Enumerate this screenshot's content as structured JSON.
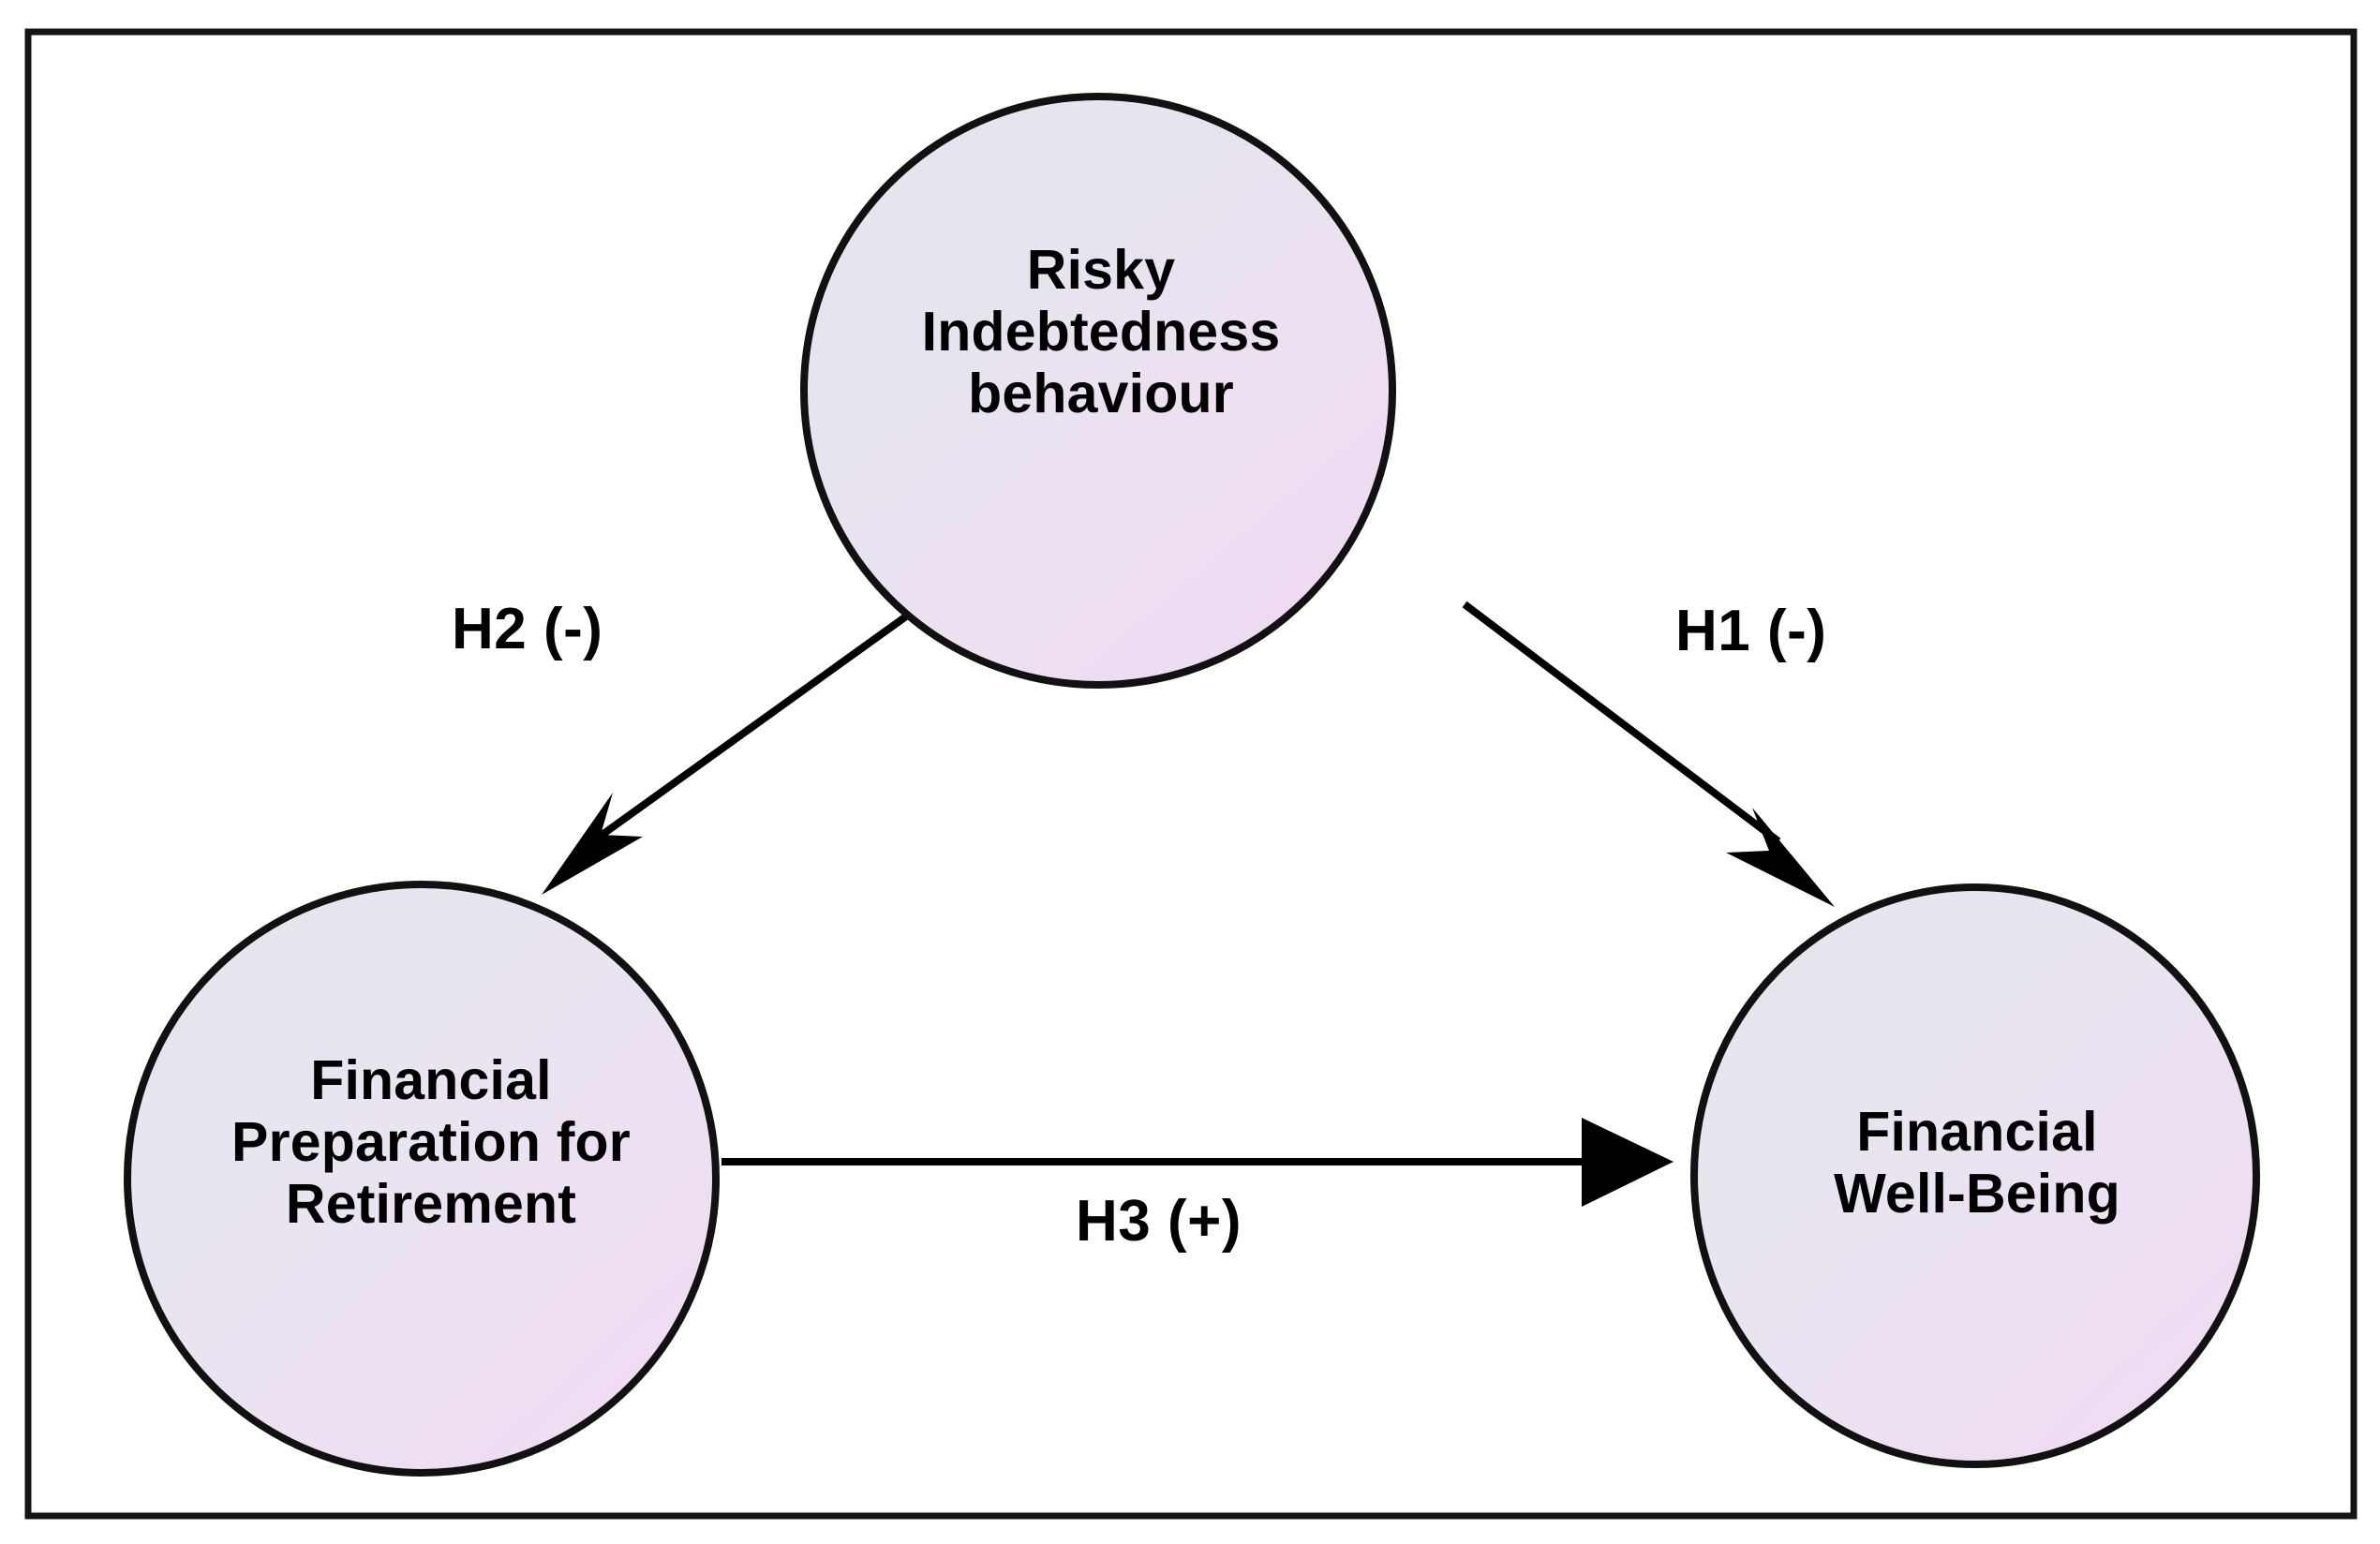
{
  "figure": {
    "type": "conceptual-model-diagram",
    "border_color": "#111111",
    "node_fill_start": "#e5e6ee",
    "node_fill_end": "#eedcf2",
    "node_stroke": "#111111",
    "edge_color": "#000000"
  },
  "nodes": [
    {
      "id": "risky-indebtedness-behaviour",
      "label": "Risky\nIndebtedness\nbehaviour",
      "position": "top-center"
    },
    {
      "id": "financial-preparation-for-retirement",
      "label": "Financial\nPreparation for\nRetirement",
      "position": "bottom-left"
    },
    {
      "id": "financial-well-being",
      "label": "Financial\nWell-Being",
      "position": "bottom-right"
    }
  ],
  "edges": [
    {
      "id": "h2",
      "label": "H2 (-)",
      "hypothesis": "H2",
      "sign": "-",
      "from": "risky-indebtedness-behaviour",
      "to": "financial-preparation-for-retirement"
    },
    {
      "id": "h1",
      "label": "H1 (-)",
      "hypothesis": "H1",
      "sign": "-",
      "from": "risky-indebtedness-behaviour",
      "to": "financial-well-being"
    },
    {
      "id": "h3",
      "label": "H3 (+)",
      "hypothesis": "H3",
      "sign": "+",
      "from": "financial-preparation-for-retirement",
      "to": "financial-well-being"
    }
  ]
}
